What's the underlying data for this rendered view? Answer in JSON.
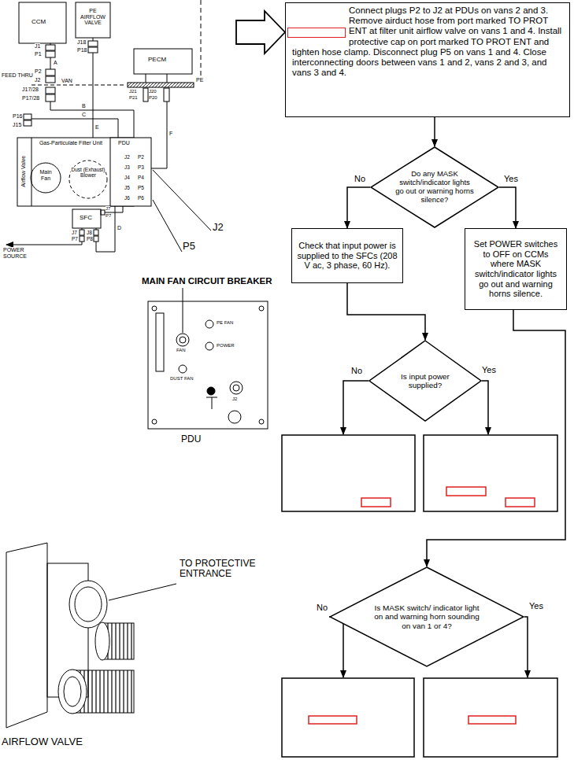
{
  "diagram": {
    "nodes": [
      {
        "text": [
          "Connect plugs P2 to J2 at PDUs on vans 2 and 3. Remove airduct hose from port marked TO PROT ENT at filter unit airflow valve on vans 1 and 4. Install protective cap on port marked TO PROT ENT and tighten hose clamp. Disconnect plug P5 on vans 1 and 4. Close interconnecting doors between vans 1 and 2, vans 2 and 3, and vans 3 and 4."
        ]
      },
      {
        "text": [
          "Do any MASK switch/indicator lights go out or warning horns silence?"
        ]
      },
      {
        "text": [
          "Check that input power is supplied to the SFCs (208 V ac, 3 phase, 60 Hz)."
        ]
      },
      {
        "text": [
          "Set POWER switches to OFF on CCMs where MASK switch/indicator lights go out and warning horns silence."
        ]
      },
      {
        "text": [
          "Is input power supplied?"
        ]
      },
      {
        "text": [
          "Is MASK switch/ indicator light on and warning horn sounding on van 1 or 4?"
        ]
      }
    ],
    "edges": [
      {
        "from": 0,
        "to": 1,
        "arrow": "to"
      },
      {
        "from": 1,
        "to": 2,
        "label": "No",
        "arrow": "to"
      },
      {
        "from": 1,
        "to": 3,
        "label": "Yes",
        "arrow": "to"
      },
      {
        "from": 2,
        "to": 4,
        "arrow": "to"
      },
      {
        "from": 3,
        "to": 5,
        "arrow": "to"
      }
    ],
    "labels": [
      "CCM",
      "J1",
      "P1",
      "A",
      "P2",
      "FEED THRU",
      "J2",
      "VAN",
      "J17/28",
      "P17/28",
      "B",
      "P16",
      "C",
      "J15",
      "PE AIRFLOW VALVE",
      "J18",
      "P18",
      "PECM",
      "PE",
      "E",
      "J21",
      "P21",
      "J20",
      "P20",
      "F",
      "Gas-Particulate Filter Unit",
      "PDU",
      "Airflow Valve",
      "Main Fan",
      "Dust (Exhaust) Blower",
      "J2",
      "P2",
      "J3",
      "P3",
      "J4",
      "P4",
      "J5",
      "P5",
      "J6",
      "P6",
      "SFC",
      "J7",
      "P7",
      "J7",
      "P7",
      "J8",
      "P8",
      "D",
      "POWER SOURCE",
      "J2",
      "P5",
      "MAIN FAN CIRCUIT BREAKER",
      "FAN",
      "PE FAN",
      "POWER",
      "DUST FAN",
      "J2",
      "PDU",
      "TO PROTECTIVE ENTRANCE",
      "AIRFLOW VALVE",
      "No",
      "Yes",
      "No",
      "Yes"
    ]
  }
}
